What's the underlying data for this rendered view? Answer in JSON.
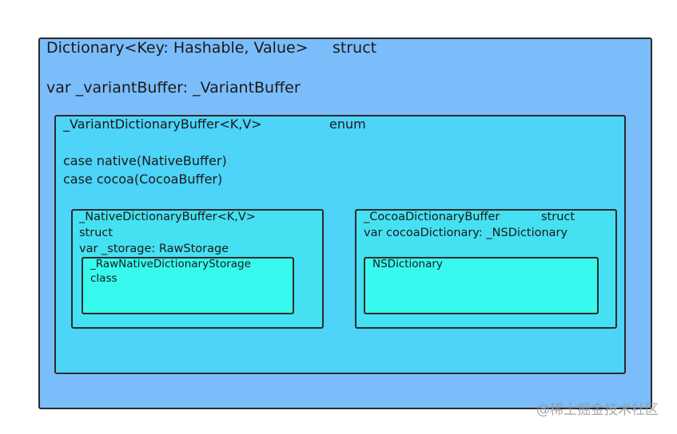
{
  "dictionary": {
    "title": "Dictionary<Key: Hashable, Value>",
    "kind": "struct",
    "field": "var _variantBuffer: _VariantBuffer"
  },
  "variant_buffer": {
    "title": "_VariantDictionaryBuffer<K,V>",
    "kind": "enum",
    "cases": [
      "case native(NativeBuffer)",
      "case cocoa(CocoaBuffer)"
    ]
  },
  "native_buffer": {
    "title": "_NativeDictionaryBuffer<K,V>",
    "kind": "struct",
    "field": "var _storage: RawStorage"
  },
  "raw_storage": {
    "title": "_RawNativeDictionaryStorage",
    "kind": "class"
  },
  "cocoa_buffer": {
    "title": "_CocoaDictionaryBuffer",
    "kind": "struct",
    "field": "var cocoaDictionary: _NSDictionary"
  },
  "ns_dictionary": {
    "title": "NSDictionary"
  },
  "watermark": "@稀土掘金技术社区",
  "colors": {
    "outer_fill": "#7bbdfb",
    "variant_fill": "#4dd4f8",
    "buffer_fill": "#45e1f2",
    "storage_fill": "#37f9ed",
    "border": "#2b2b2b"
  }
}
